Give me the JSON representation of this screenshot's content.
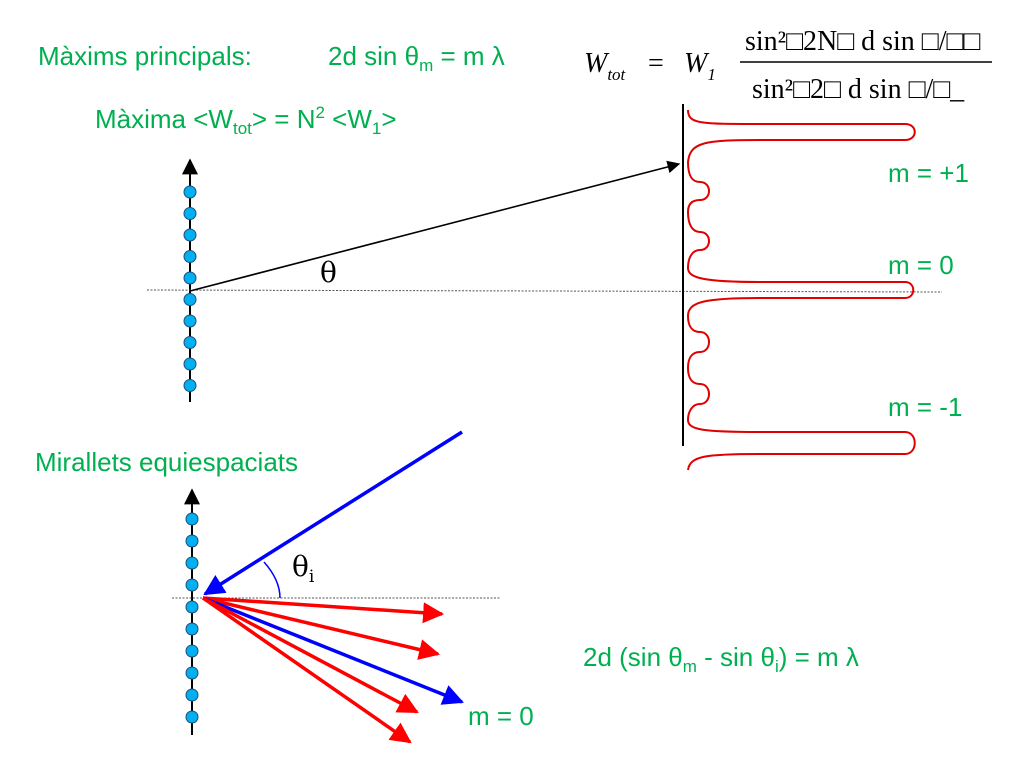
{
  "colors": {
    "label": "#00b050",
    "red": "#ff0000",
    "blue": "#0000ff",
    "dot": "#00b0f0",
    "ink": "#000000"
  },
  "principal_maxima": {
    "label": "Màxims principals:",
    "eq_main": "2d sin θ",
    "eq_sub": "m",
    "eq_rest": " = m λ"
  },
  "maxima": {
    "prefix": "Màxima <W",
    "sub1": "tot",
    "mid": "> = N",
    "sup": "2",
    "mid2": " <W",
    "sub2": "1",
    "suffix": ">"
  },
  "formula": {
    "lhs_main": "W",
    "lhs_sub": "tot",
    "equals": "=",
    "w1_main": "W",
    "w1_sub": "1",
    "numerator": "sin²□2N□ d sin □/□□",
    "denominator": "sin²□2□ d sin □/□_"
  },
  "top_diagram": {
    "angle_label": "θ",
    "order_labels": [
      "m = +1",
      "m = 0",
      "m = -1"
    ]
  },
  "mirrors": {
    "title": "Mirallets equiespaciats",
    "angle_main": "θ",
    "angle_sub": "i",
    "order_label": "m = 0"
  },
  "grating_equation": {
    "text_a": "2d (sin θ",
    "sub_a": "m",
    "text_b": " - sin θ",
    "sub_b": "i",
    "text_c": ") = m λ"
  },
  "icons": [
    "arrow-up-icon",
    "dot-icon"
  ]
}
